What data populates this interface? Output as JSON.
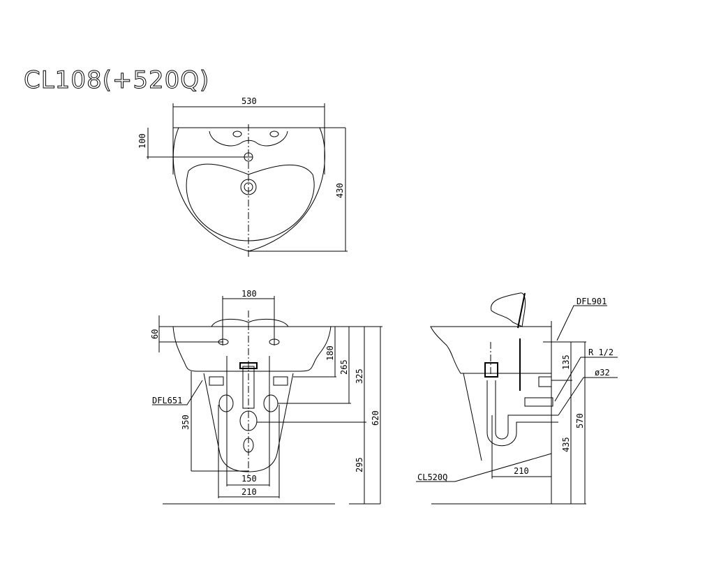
{
  "title": "CL108(+520Q)",
  "top_view": {
    "width": "530",
    "tap_offset": "100",
    "depth": "430"
  },
  "front_view": {
    "tap_spacing": "180",
    "rim_to_tap": "60",
    "d180": "180",
    "d265": "265",
    "d325": "325",
    "total_height": "620",
    "pedestal_height": "350",
    "d295": "295",
    "pedestal_bottom": "150",
    "pedestal_base": "210",
    "bracket_label": "DFL651"
  },
  "side_view": {
    "valve_label": "DFL901",
    "thread_label": "R 1/2",
    "pipe_label": "ø32",
    "pedestal_label": "CL520Q",
    "wall_offset": "210",
    "d135": "135",
    "d435": "435",
    "d570": "570"
  }
}
